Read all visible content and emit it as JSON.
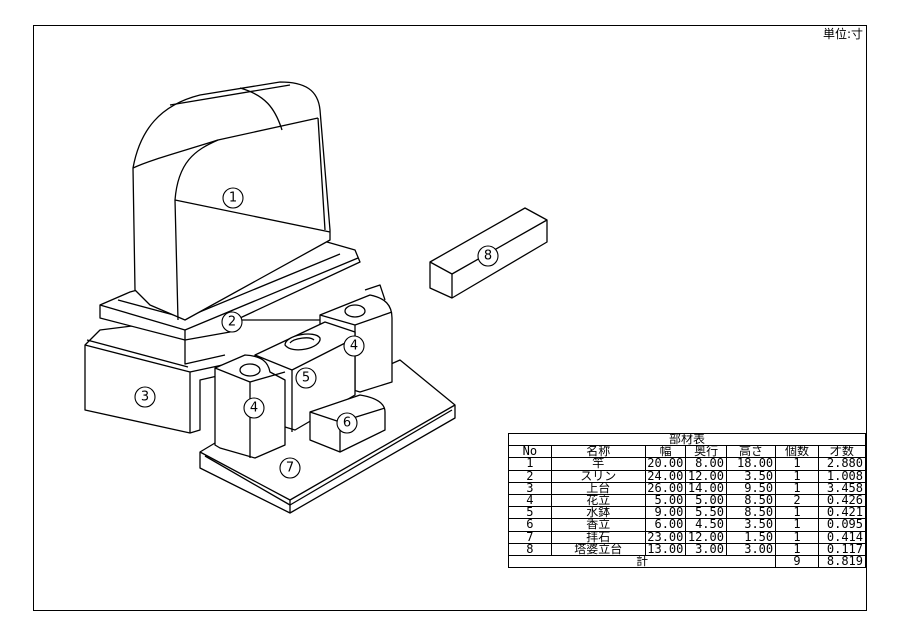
{
  "unit_label": "単位:寸",
  "table": {
    "title": "部材表",
    "headers": [
      "No",
      "名称",
      "幅",
      "奥行",
      "高さ",
      "個数",
      "才数"
    ],
    "rows": [
      [
        "1",
        "竿",
        "20.00",
        "8.00",
        "18.00",
        "1",
        "2.880"
      ],
      [
        "2",
        "スリン",
        "24.00",
        "12.00",
        "3.50",
        "1",
        "1.008"
      ],
      [
        "3",
        "上台",
        "26.00",
        "14.00",
        "9.50",
        "1",
        "3.458"
      ],
      [
        "4",
        "花立",
        "5.00",
        "5.00",
        "8.50",
        "2",
        "0.426"
      ],
      [
        "5",
        "水鉢",
        "9.00",
        "5.50",
        "8.50",
        "1",
        "0.421"
      ],
      [
        "6",
        "香立",
        "6.00",
        "4.50",
        "3.50",
        "1",
        "0.095"
      ],
      [
        "7",
        "拝石",
        "23.00",
        "12.00",
        "1.50",
        "1",
        "0.414"
      ],
      [
        "8",
        "塔婆立台",
        "13.00",
        "3.00",
        "3.00",
        "1",
        "0.117"
      ]
    ],
    "total": {
      "label": "計",
      "count": "9",
      "value": "8.819"
    }
  },
  "callouts": [
    "1",
    "2",
    "3",
    "4",
    "4",
    "5",
    "6",
    "7",
    "8"
  ]
}
